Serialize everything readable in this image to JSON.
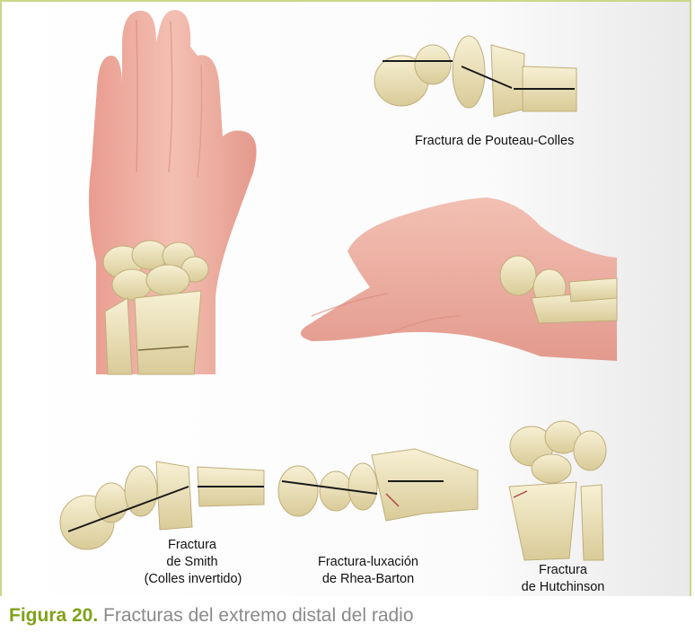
{
  "figure": {
    "labels": {
      "pouteau_colles": "Fractura de Pouteau-Colles",
      "smith_line1": "Fractura",
      "smith_line2": "de Smith",
      "smith_line3": "(Colles invertido)",
      "rhea_line1": "Fractura-luxación",
      "rhea_line2": "de Rhea-Barton",
      "hutch_line1": "Fractura",
      "hutch_line2": "de Hutchinson"
    },
    "caption": {
      "number": "Figura 20.",
      "text": "Fracturas del extremo distal del radio"
    },
    "colors": {
      "skin": "#f0b3a6",
      "skin_shadow": "#d98e80",
      "bone": "#efe6c4",
      "bone_shadow": "#c9b986",
      "fracture_line": "#1a1a1a",
      "frame": "#c9d88a",
      "caption_accent": "#7fa21a",
      "caption_text": "#8a8a8a"
    }
  }
}
